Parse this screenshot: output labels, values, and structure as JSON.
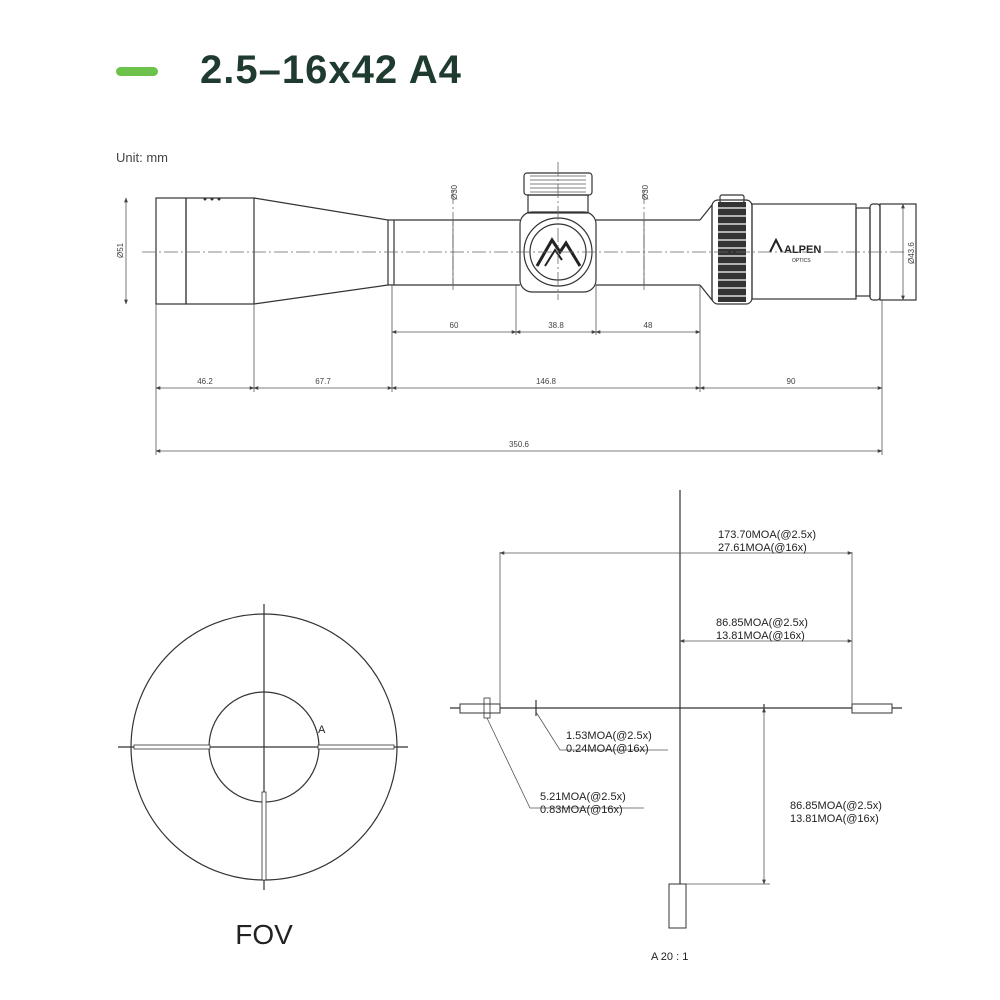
{
  "header": {
    "title": "2.5–16x42 A4",
    "accent_color": "#6cc24a",
    "title_color": "#1f3a2e",
    "unit": "Unit: mm"
  },
  "scope": {
    "brand": "ALPEN",
    "brand_sub": "OPTICS",
    "diameters": {
      "objective": "Ø51",
      "turret_front": "Ø30",
      "turret_rear": "Ø30",
      "eyepiece": "Ø43.6"
    },
    "lengths": {
      "l60": "60",
      "l38_8": "38.8",
      "l48": "48",
      "l46_2": "46.2",
      "l67_7": "67.7",
      "l146_8": "146.8",
      "l90": "90",
      "total": "350.6"
    }
  },
  "fov": {
    "label": "FOV",
    "marker": "A"
  },
  "reticle": {
    "scale": "A 20 : 1",
    "top_span": {
      "low": "173.70MOA(@2.5x)",
      "high": "27.61MOA(@16x)"
    },
    "half_span": {
      "low": "86.85MOA(@2.5x)",
      "high": "13.81MOA(@16x)"
    },
    "gap": {
      "low": "1.53MOA(@2.5x)",
      "high": "0.24MOA(@16x)"
    },
    "post": {
      "low": "5.21MOA(@2.5x)",
      "high": "0.83MOA(@16x)"
    },
    "bottom_span": {
      "low": "86.85MOA(@2.5x)",
      "high": "13.81MOA(@16x)"
    }
  }
}
